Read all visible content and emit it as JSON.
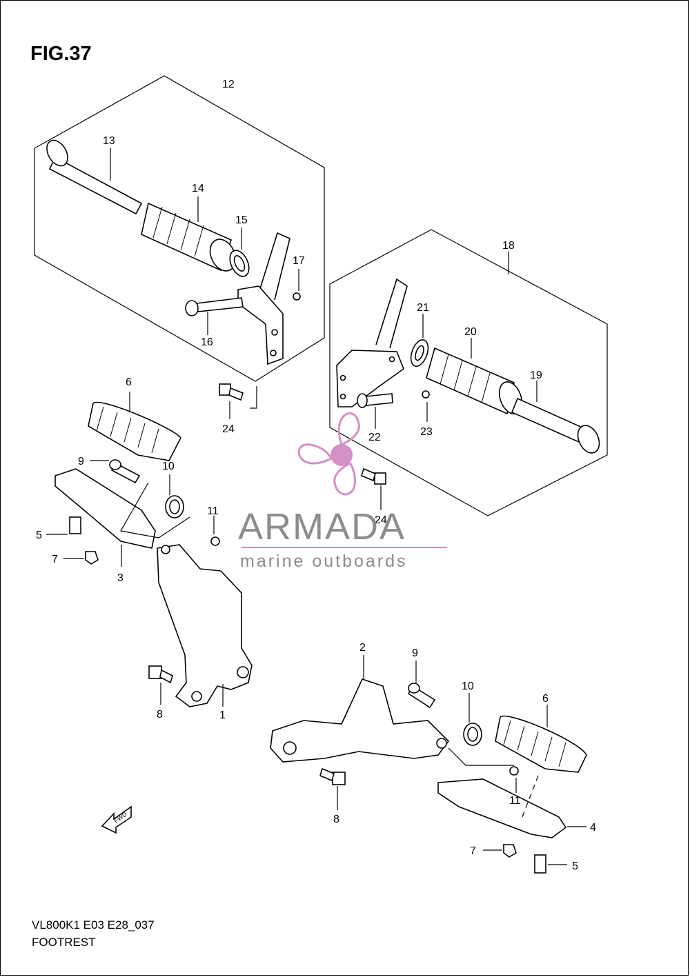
{
  "figure": {
    "title": "FIG.37",
    "code": "VL800K1 E03 E28_037",
    "section": "FOOTREST"
  },
  "watermark": {
    "brand": "ARMADA",
    "tagline": "marine outboards",
    "color": "#d58fc4",
    "text_color": "#8c8c8c"
  },
  "fwd_label": "FWD",
  "callouts": {
    "c12": "12",
    "c13": "13",
    "c14": "14",
    "c15": "15",
    "c17": "17",
    "c16": "16",
    "c24a": "24",
    "c18": "18",
    "c21": "21",
    "c20": "20",
    "c19": "19",
    "c22": "22",
    "c23": "23",
    "c24b": "24",
    "c6a": "6",
    "c9a": "9",
    "c10a": "10",
    "c11a": "11",
    "c5a": "5",
    "c7a": "7",
    "c3": "3",
    "c8a": "8",
    "c1": "1",
    "c2": "2",
    "c9b": "9",
    "c10b": "10",
    "c6b": "6",
    "c11b": "11",
    "c8b": "8",
    "c4": "4",
    "c7b": "7",
    "c5b": "5"
  }
}
